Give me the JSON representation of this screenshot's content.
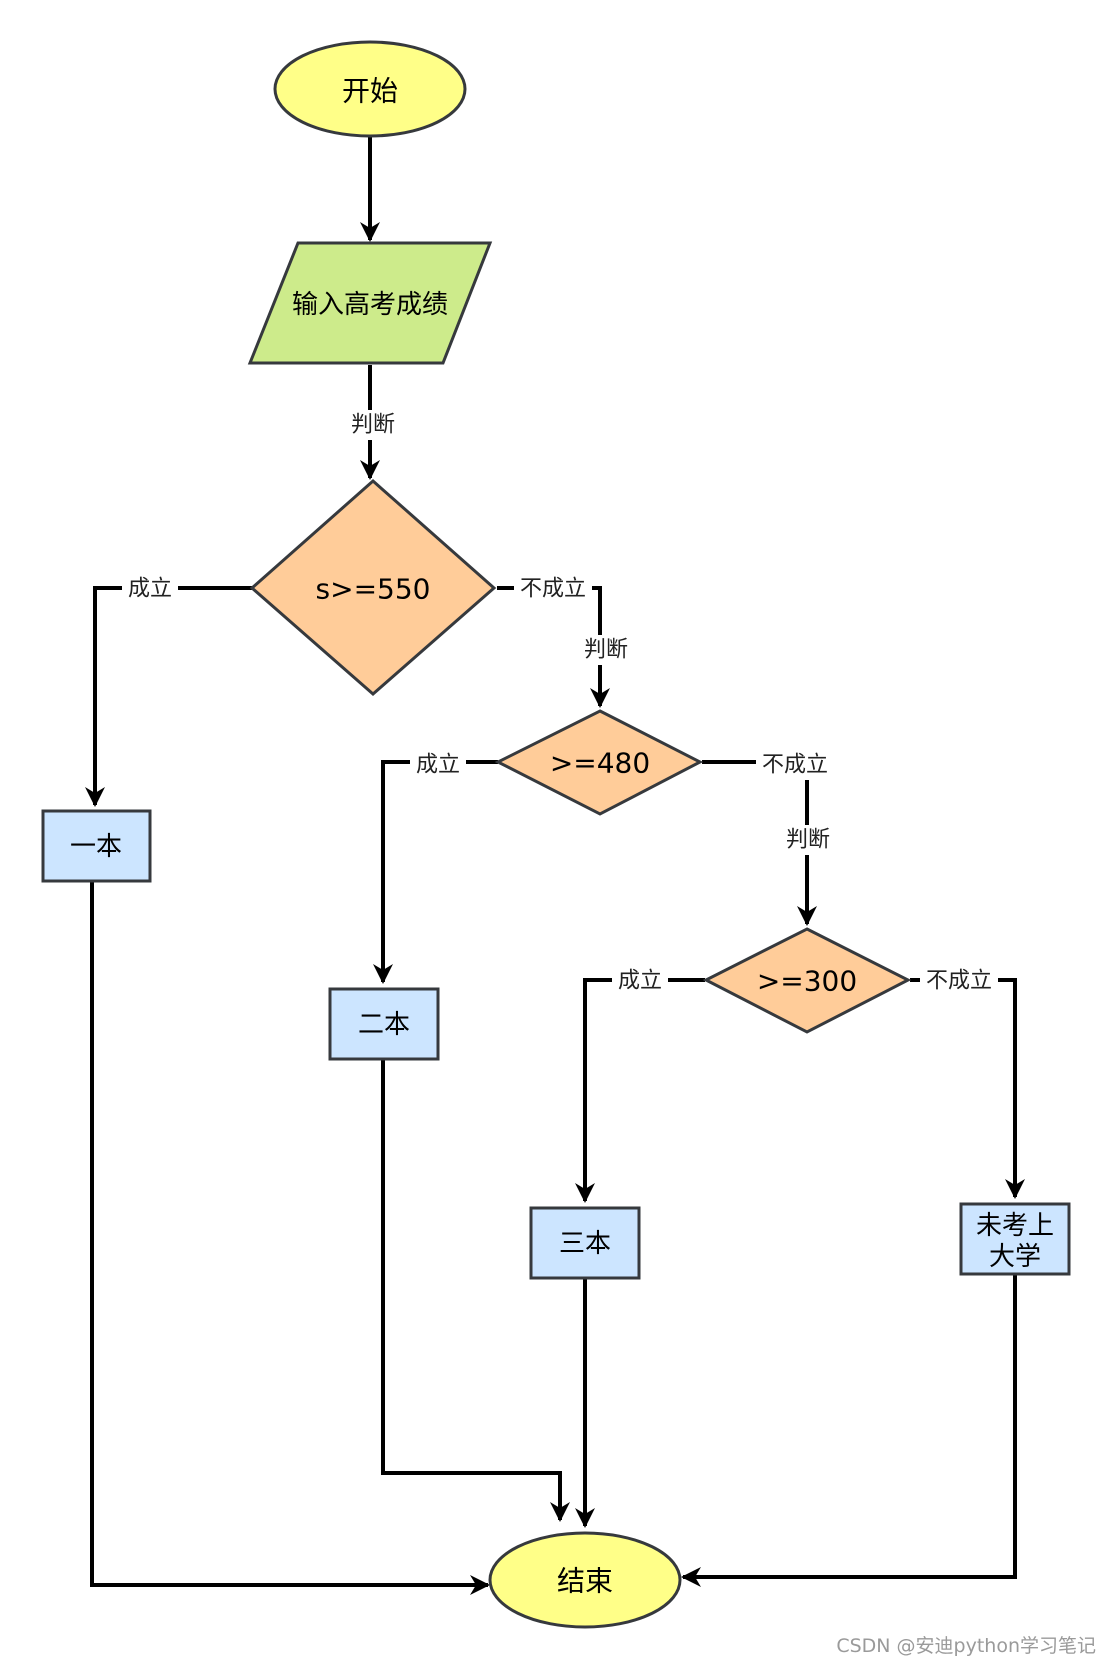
{
  "nodes": {
    "start": "开始",
    "input": "输入高考成绩",
    "decision1": "s>=550",
    "decision2": ">=480",
    "decision3": ">=300",
    "tier1": "一本",
    "tier2": "二本",
    "tier3": "三本",
    "no_college_line1": "未考上",
    "no_college_line2": "大学",
    "end": "结束"
  },
  "edge_labels": {
    "judge": "判断",
    "true": "成立",
    "false": "不成立"
  },
  "watermark": "CSDN @安迪python学习笔记",
  "colors": {
    "terminal": "#ffff88",
    "input": "#cdeb8b",
    "decision": "#ffcc99",
    "process": "#cce5ff",
    "stroke": "#36393d",
    "edge": "#000000"
  }
}
